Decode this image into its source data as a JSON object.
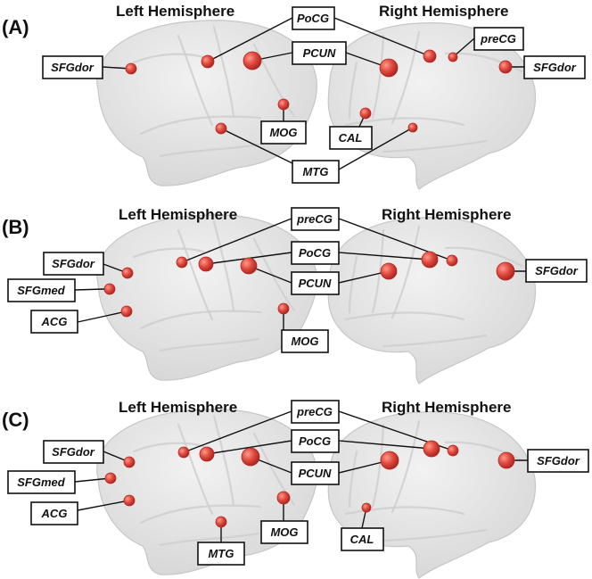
{
  "panels": [
    {
      "tag": "(A)",
      "left_title": "Left Hemisphere",
      "right_title": "Right Hemisphere",
      "labels": [
        "SFGdor",
        "PoCG",
        "PCUN",
        "MOG",
        "MTG",
        "preCG",
        "SFGdor",
        "CAL"
      ]
    },
    {
      "tag": "(B)",
      "left_title": "Left Hemisphere",
      "right_title": "Right Hemisphere",
      "labels": [
        "SFGdor",
        "SFGmed",
        "ACG",
        "preCG",
        "PoCG",
        "PCUN",
        "MOG",
        "SFGdor"
      ]
    },
    {
      "tag": "(C)",
      "left_title": "Left Hemisphere",
      "right_title": "Right Hemisphere",
      "labels": [
        "SFGdor",
        "SFGmed",
        "ACG",
        "preCG",
        "PoCG",
        "PCUN",
        "MOG",
        "MTG",
        "SFGdor",
        "CAL"
      ]
    }
  ],
  "colors": {
    "node": "#e04a40",
    "brain": "#e2e2e2"
  }
}
